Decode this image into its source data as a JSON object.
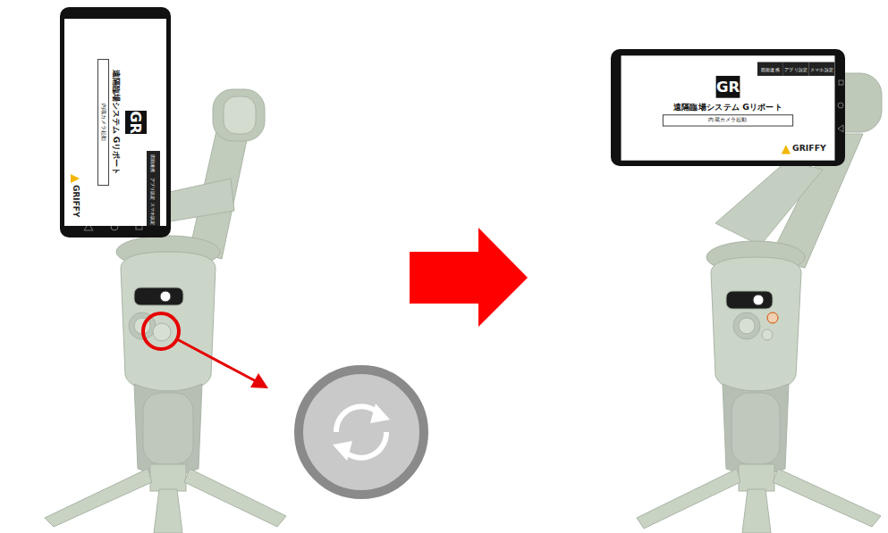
{
  "diagram": {
    "nodes": [
      {
        "text": [
          "遠隔臨場システム Gリポート",
          "GRIFFY"
        ]
      },
      {
        "text": [
          "GR"
        ],
        "in": 0
      },
      {
        "text": [
          "図面連携"
        ],
        "in": 0
      },
      {
        "text": [
          "アプリ設定"
        ],
        "in": 0
      },
      {
        "text": [
          "スマホ設定"
        ],
        "in": 0
      },
      {
        "text": [
          "内蔵カメラ起動"
        ],
        "in": 0
      },
      {
        "text": [
          "遠隔臨場システム Gリポート",
          "GRIFFY"
        ]
      },
      {
        "text": [
          "GR"
        ],
        "in": 6
      },
      {
        "text": [
          "図面連携"
        ],
        "in": 6
      },
      {
        "text": [
          "アプリ設定"
        ],
        "in": 6
      },
      {
        "text": [
          "スマホ設定"
        ],
        "in": 6
      },
      {
        "text": [
          "内蔵カメラ起動"
        ],
        "in": 6
      }
    ]
  }
}
